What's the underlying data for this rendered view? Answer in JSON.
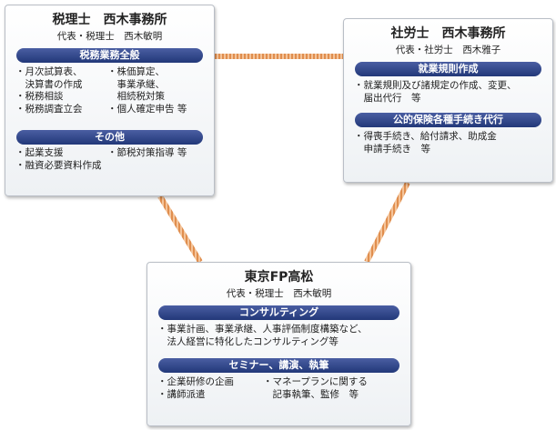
{
  "colors": {
    "connector": "#e8a064",
    "header_bar": "#2b3f82"
  },
  "nishiki_tax": {
    "title": "税理士　西木事務所",
    "representative": "代表・税理士　西木敏明",
    "sections": [
      {
        "heading": "税務業務全般",
        "items": [
          "・月次試算表、\n　決算書の作成",
          "・株価算定、\n　事業承継、\n　相続税対策",
          "・税務相談",
          "・税務調査立会",
          "・個人確定申告 等"
        ]
      },
      {
        "heading": "その他",
        "items": [
          "・起業支援",
          "・節税対策指導 等",
          "・融資必要資料作成"
        ]
      }
    ]
  },
  "nishiki_labor": {
    "title": "社労士　西木事務所",
    "representative": "代表・社労士　西木雅子",
    "sections": [
      {
        "heading": "就業規則作成",
        "items": [
          "・就業規則及び諸規定の作成、変更、\n　届出代行　等"
        ]
      },
      {
        "heading": "公的保険各種手続き代行",
        "items": [
          "・得喪手続き、給付請求、助成金\n　申請手続き　等"
        ]
      }
    ]
  },
  "tokyo_fp": {
    "title": "東京FP高松",
    "representative": "代表・税理士　西木敏明",
    "sections": [
      {
        "heading": "コンサルティング",
        "items": [
          "・事業計画、事業承継、人事評価制度構築など、\n　法人経営に特化したコンサルティング等"
        ]
      },
      {
        "heading": "セミナー、講演、執筆",
        "items": [
          "・企業研修の企画",
          "・マネープランに関する\n　記事執筆、監修　等",
          "・講師派遣"
        ]
      }
    ]
  }
}
